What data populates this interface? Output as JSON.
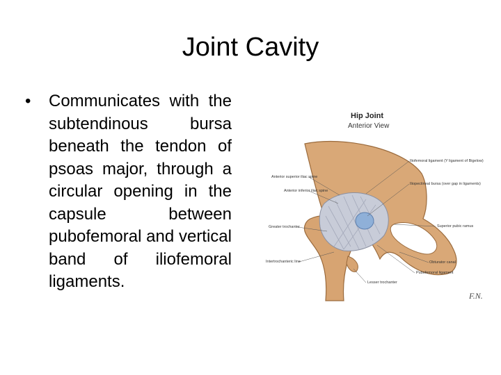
{
  "slide": {
    "title": "Joint Cavity",
    "bullet": "•",
    "body": "Communicates with the subtendinous bursa beneath the tendon of psoas major, through a circular opening in the capsule between pubofemoral and vertical band of iliofemoral ligaments."
  },
  "figure": {
    "title": "Hip Joint",
    "subtitle": "Anterior View",
    "labels": {
      "iliofemoral": "Iliofemoral ligament (Y ligament of Bigelow)",
      "iliopectineal": "Iliopectineal bursa (over gap in ligaments)",
      "superior_pubic_ramus": "Superior pubic ramus",
      "obturator_canal": "Obturator canal",
      "pubofemoral": "Pubofemoral ligament",
      "asis": "Anterior superior iliac spine",
      "aiis": "Anterior inferior iliac spine",
      "greater_trochanter": "Greater trochanter",
      "intertrochanteric_line": "Intertrochanteric line",
      "lesser_trochanter": "Lesser trochanter"
    },
    "signature": "F.N."
  }
}
